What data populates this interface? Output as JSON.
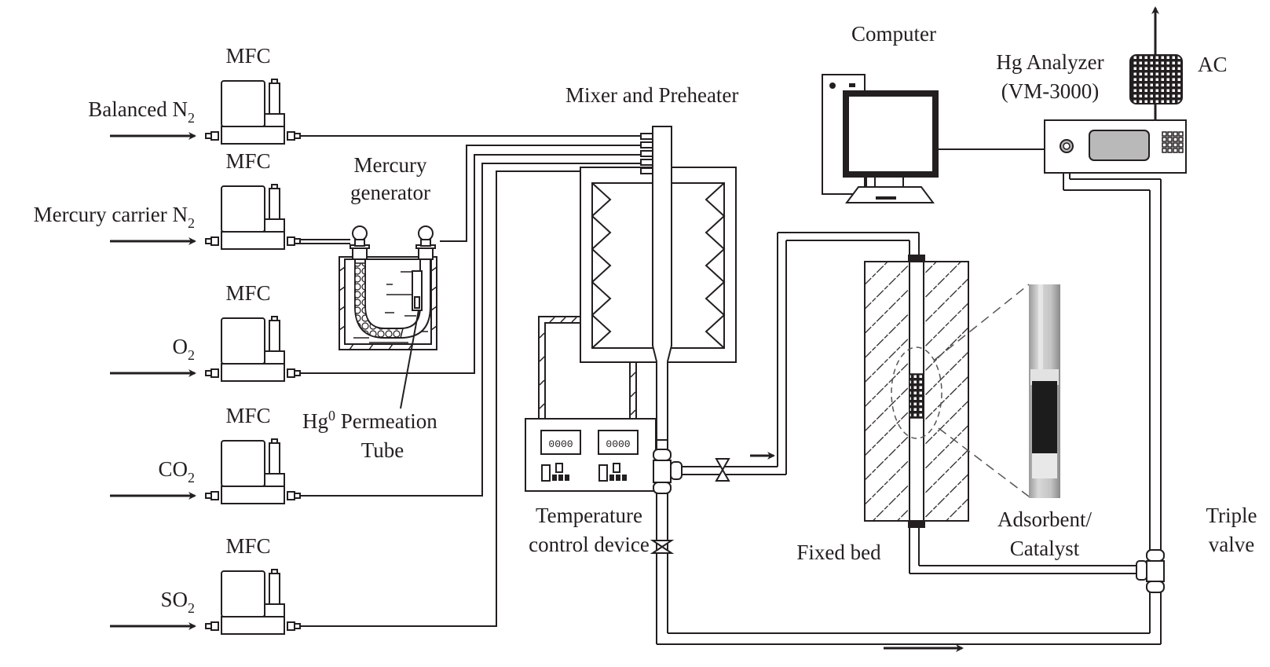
{
  "diagram": {
    "gas_inlets": [
      {
        "name": "Balanced N",
        "subscript": "2",
        "controller": "MFC"
      },
      {
        "name": "Mercury carrier N",
        "subscript": "2",
        "controller": "MFC"
      },
      {
        "name": "O",
        "subscript": "2",
        "controller": "MFC"
      },
      {
        "name": "CO",
        "subscript": "2",
        "controller": "MFC"
      },
      {
        "name": "SO",
        "subscript": "2",
        "controller": "MFC"
      }
    ],
    "mercury_generator": {
      "line1": "Mercury",
      "line2": "generator"
    },
    "permeation_tube": {
      "prefix": "Hg",
      "superscript": "0",
      "line1_rest": " Permeation",
      "line2": "Tube"
    },
    "mixer": {
      "label": "Mixer and Preheater"
    },
    "temperature_control": {
      "line1": "Temperature",
      "line2": "control device",
      "display_digits": "0000"
    },
    "computer": {
      "label": "Computer"
    },
    "analyzer": {
      "line1": "Hg Analyzer",
      "line2": "(VM-3000)"
    },
    "activated_carbon": {
      "label": "AC"
    },
    "fixed_bed": {
      "label": "Fixed bed"
    },
    "adsorbent": {
      "line1": "Adsorbent/",
      "line2": "Catalyst"
    },
    "triple_valve": {
      "line1": "Triple",
      "line2": "valve"
    },
    "colors": {
      "ink": "#231f20",
      "analyzer_screen": "#b9b9b9"
    }
  }
}
